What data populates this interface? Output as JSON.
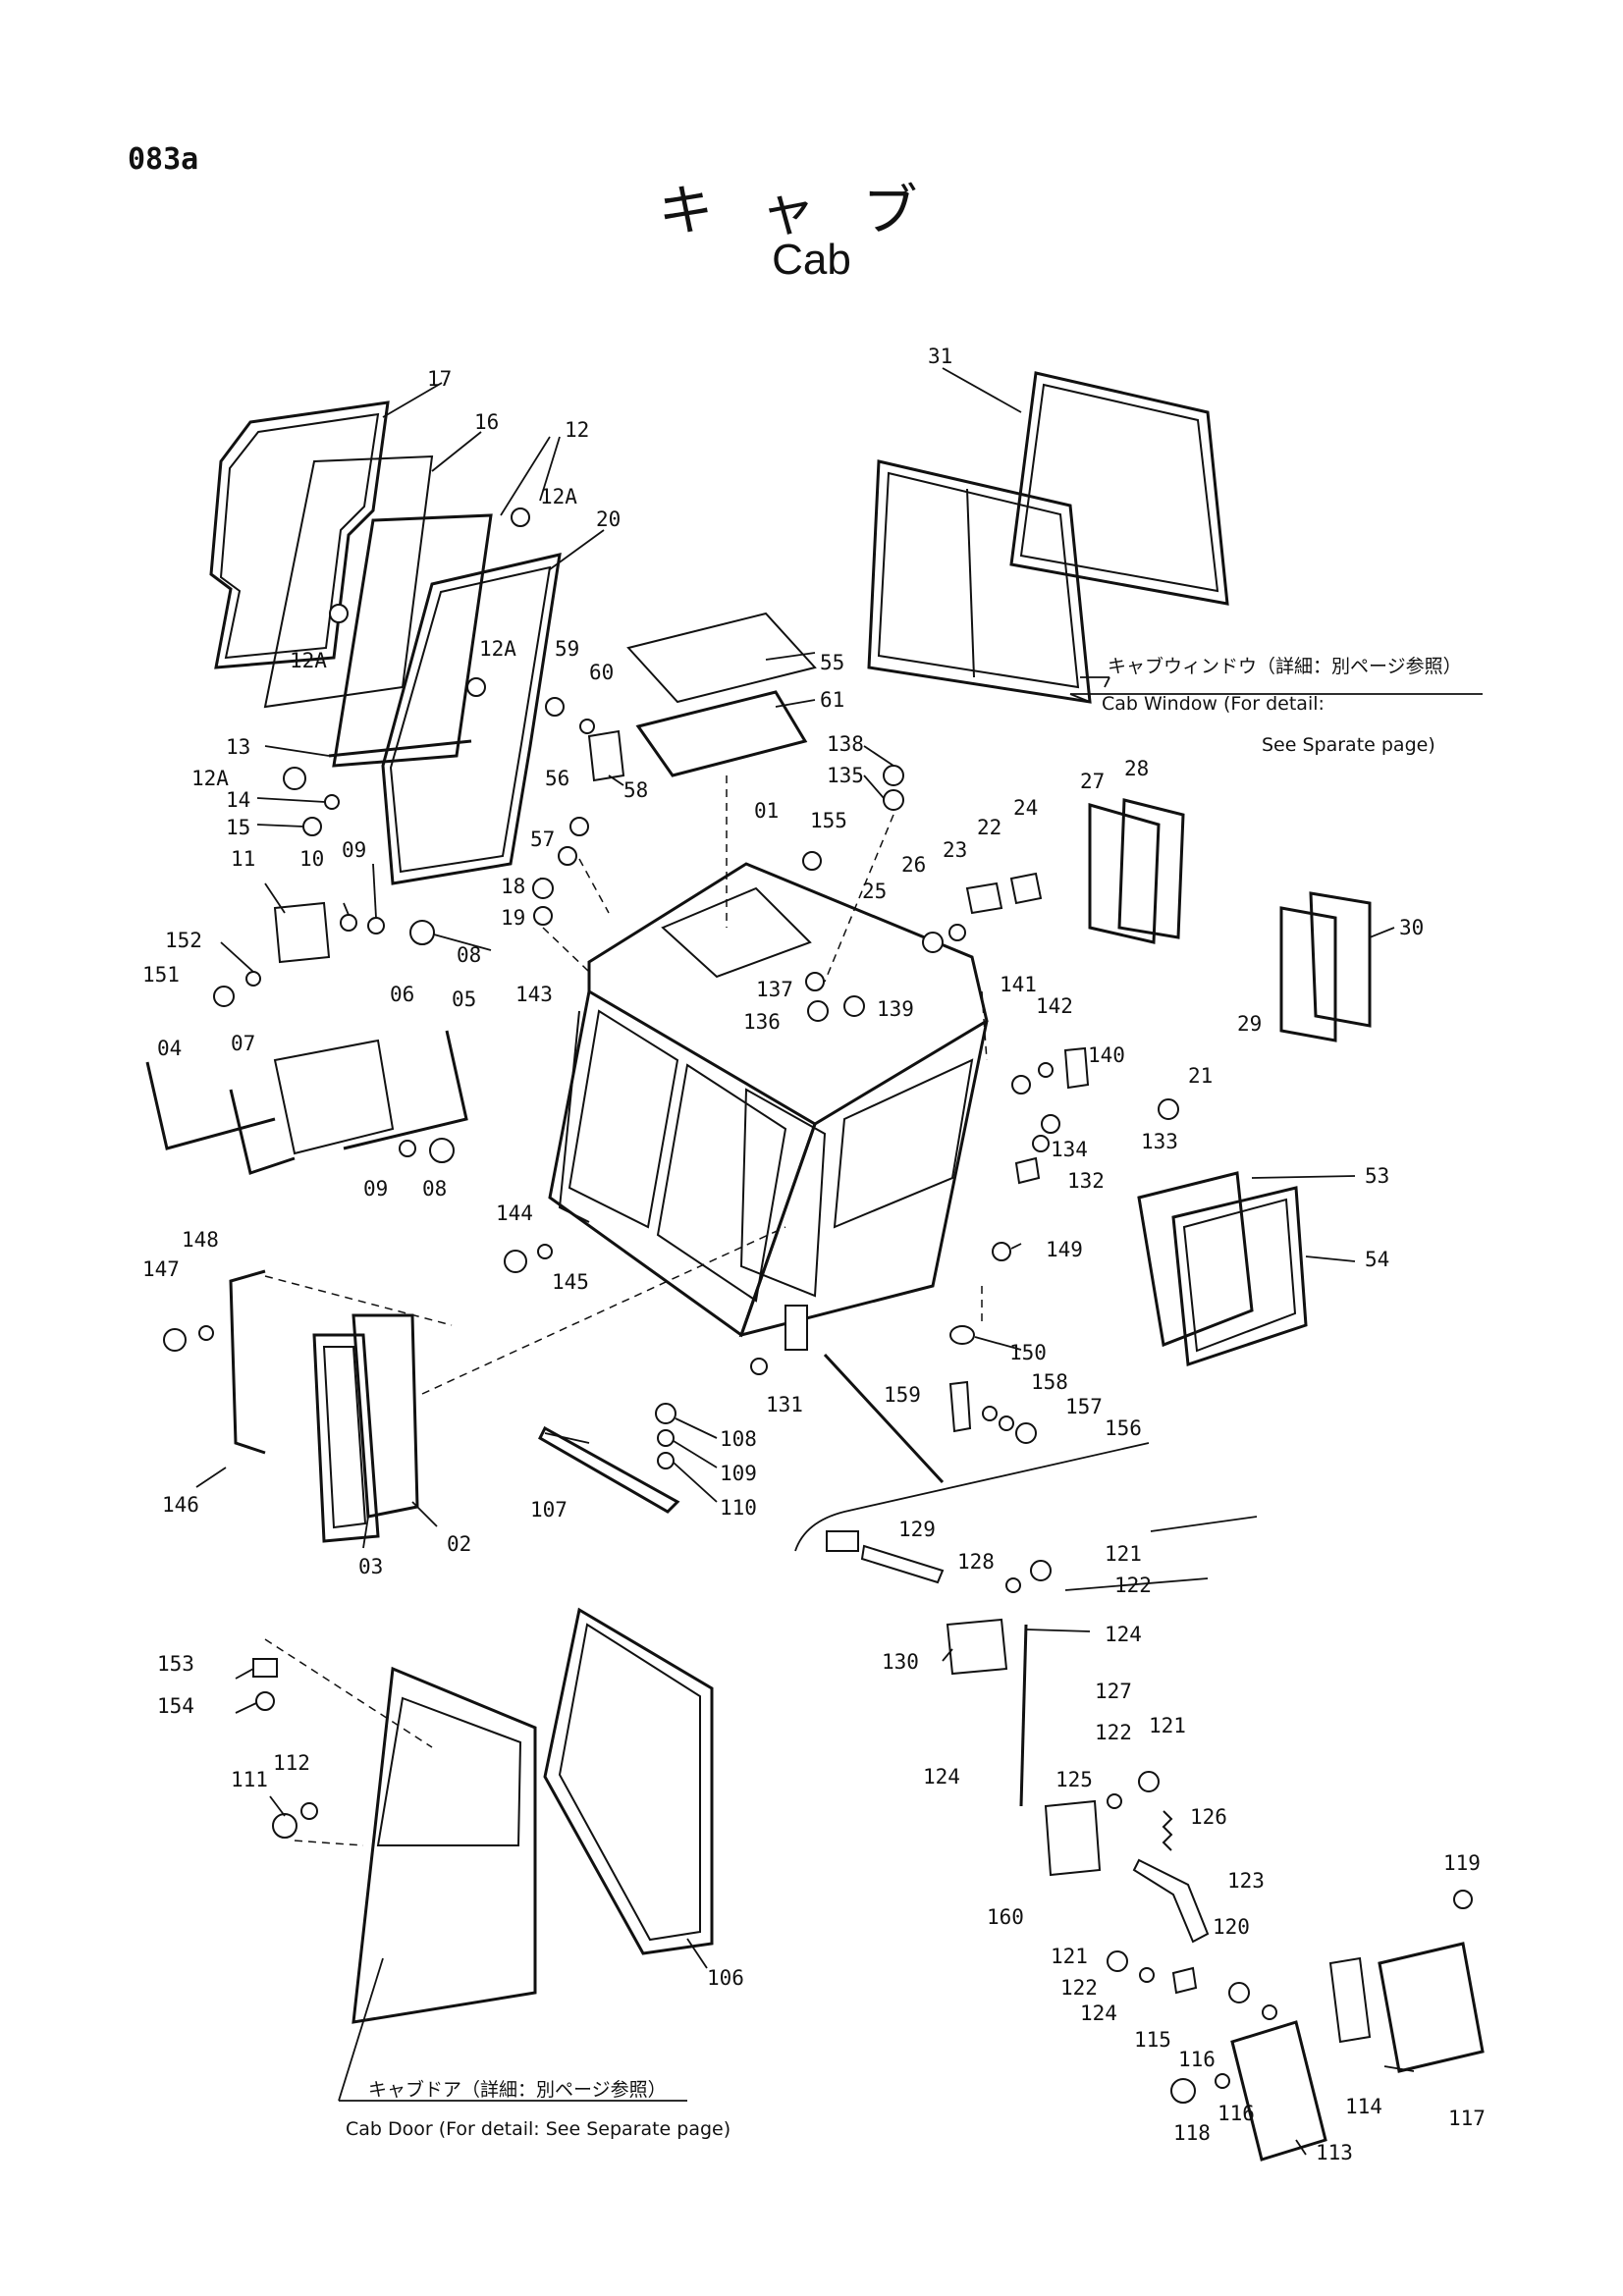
{
  "page_code": "083a",
  "title_jp": "キャブ",
  "title_en": "Cab",
  "notes": {
    "cab_window_jp": "キャブウィンドウ（詳細：別ページ参照）",
    "cab_window_en": "Cab Window (For detail:",
    "cab_window_en2": "See Sparate page)",
    "cab_door_jp": "キャブドア（詳細：別ページ参照）",
    "cab_door_en": "Cab Door (For detail: See Separate page)"
  },
  "labels": {
    "l17": "17",
    "l16": "16",
    "l12": "12",
    "l12a1": "12A",
    "l20": "20",
    "l12a2": "12A",
    "l12a3": "12A",
    "l13": "13",
    "l12a4": "12A",
    "l14": "14",
    "l15": "15",
    "l10": "10",
    "l09a": "09",
    "l08a": "08",
    "l11": "11",
    "l152": "152",
    "l151": "151",
    "l04": "04",
    "l07": "07",
    "l06": "06",
    "l05": "05",
    "l09b": "09",
    "l08b": "08",
    "l148": "148",
    "l147": "147",
    "l146": "146",
    "l02": "02",
    "l03": "03",
    "l59": "59",
    "l60": "60",
    "l58": "58",
    "l55": "55",
    "l61": "61",
    "l56": "56",
    "l57": "57",
    "l18": "18",
    "l19": "19",
    "l01": "01",
    "l155": "155",
    "l143": "143",
    "l138": "138",
    "l135": "135",
    "l137": "137",
    "l136": "136",
    "l139": "139",
    "l144": "144",
    "l145": "145",
    "l31": "31",
    "l27": "27",
    "l28": "28",
    "l22": "22",
    "l24": "24",
    "l23": "23",
    "l26": "26",
    "l25": "25",
    "l30": "30",
    "l29": "29",
    "l141": "141",
    "l142": "142",
    "l140": "140",
    "l21": "21",
    "l133": "133",
    "l134": "134",
    "l132": "132",
    "l53": "53",
    "l54": "54",
    "l149": "149",
    "l150": "150",
    "l131": "131",
    "l159": "159",
    "l158": "158",
    "l157": "157",
    "l156": "156",
    "l108": "108",
    "l109": "109",
    "l110": "110",
    "l107": "107",
    "l129": "129",
    "l128": "128",
    "l121a": "121",
    "l122a": "122",
    "l124a": "124",
    "l130": "130",
    "l127": "127",
    "l122b": "122",
    "l121b": "121",
    "l124b": "124",
    "l125": "125",
    "l126": "126",
    "l160": "160",
    "l123": "123",
    "l120": "120",
    "l121c": "121",
    "l122c": "122",
    "l124c": "124",
    "l119": "119",
    "l115": "115",
    "l116a": "116",
    "l116b": "116",
    "l114": "114",
    "l117": "117",
    "l118": "118",
    "l113": "113",
    "l153": "153",
    "l154": "154",
    "l111": "111",
    "l112": "112",
    "l106": "106"
  }
}
